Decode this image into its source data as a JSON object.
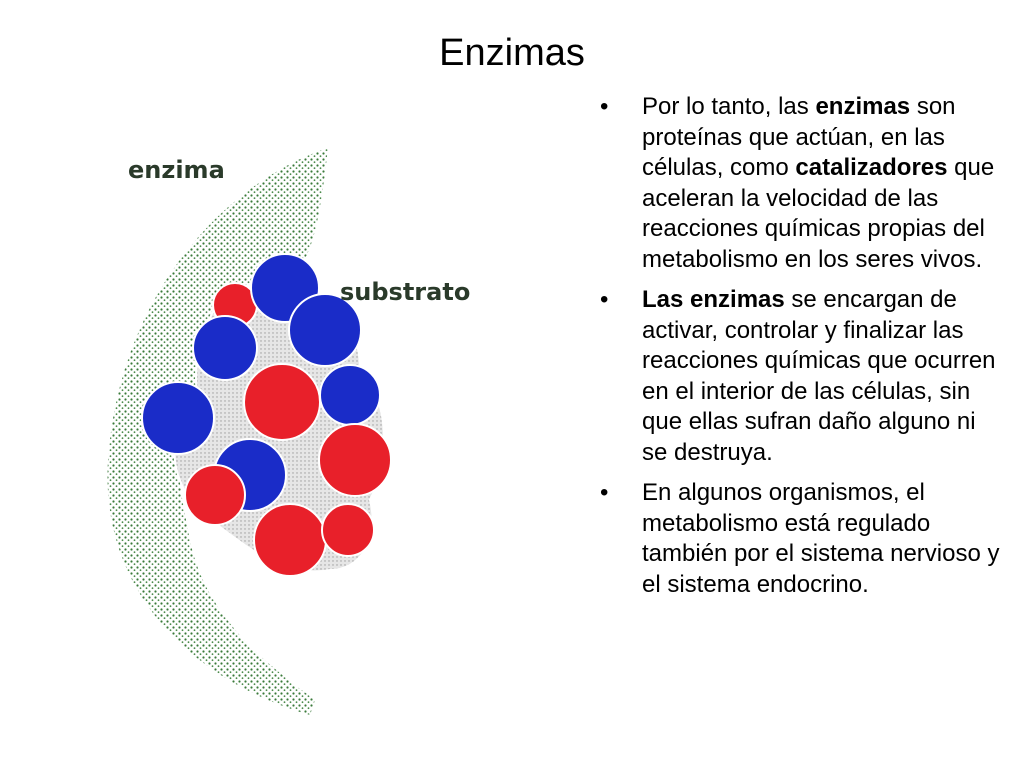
{
  "slide": {
    "title": "Enzimas"
  },
  "figure": {
    "label_enzyme": "enzima",
    "label_substrate": "substrato",
    "colors": {
      "enzyme_stipple": "#3a7a3a",
      "atom_red": "#e8202a",
      "atom_blue": "#1a2cc8",
      "bond_gray": "#c8c8c8",
      "label": "#2a3a2a"
    }
  },
  "bullets": [
    {
      "marker": "•",
      "parts": [
        {
          "text": " Por lo tanto, las ",
          "bold": false
        },
        {
          "text": "enzimas",
          "bold": true
        },
        {
          "text": " son proteínas que actúan, en las células, como ",
          "bold": false
        },
        {
          "text": "catalizadores",
          "bold": true
        },
        {
          "text": " que aceleran la velocidad de las reacciones químicas propias del metabolismo en los seres vivos.",
          "bold": false
        }
      ]
    },
    {
      "marker": "•",
      "parts": [
        {
          "text": "Las enzimas",
          "bold": true
        },
        {
          "text": " se encargan de activar, controlar y finalizar las reacciones químicas que ocurren en el interior de las células, sin que ellas sufran daño alguno ni se destruya.",
          "bold": false
        }
      ]
    },
    {
      "marker": "•",
      "parts": [
        {
          "text": " En algunos organismos, el metabolismo está regulado también por el sistema nervioso y el sistema endocrino.",
          "bold": false
        }
      ]
    }
  ]
}
